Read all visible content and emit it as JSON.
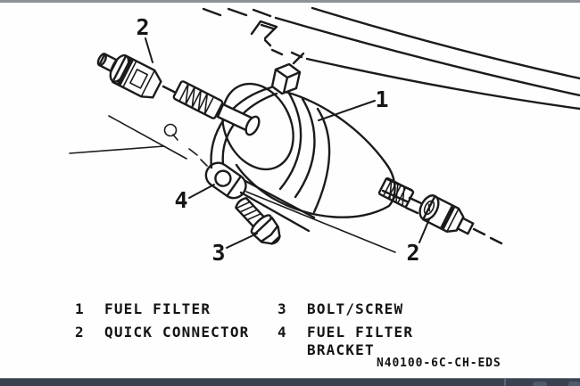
{
  "chrome": {
    "top_edge_color": "#8e9197",
    "taskbar_color": "#3a4250",
    "ink_color": "#1b1b1b",
    "background_color": "#fefefe"
  },
  "diagram": {
    "callouts": [
      {
        "id": "callout-1",
        "text": "1"
      },
      {
        "id": "callout-2-top",
        "text": "2"
      },
      {
        "id": "callout-2-bottom",
        "text": "2"
      },
      {
        "id": "callout-3",
        "text": "3"
      },
      {
        "id": "callout-4",
        "text": "4"
      }
    ],
    "legend": {
      "items": [
        {
          "num": "1",
          "label": "FUEL FILTER"
        },
        {
          "num": "2",
          "label": "QUICK CONNECTOR"
        },
        {
          "num": "3",
          "label": "BOLT/SCREW"
        },
        {
          "num": "4",
          "label": "FUEL FILTER",
          "label2": "BRACKET"
        }
      ]
    },
    "part_code": "N40100-6C-CH-EDS"
  }
}
